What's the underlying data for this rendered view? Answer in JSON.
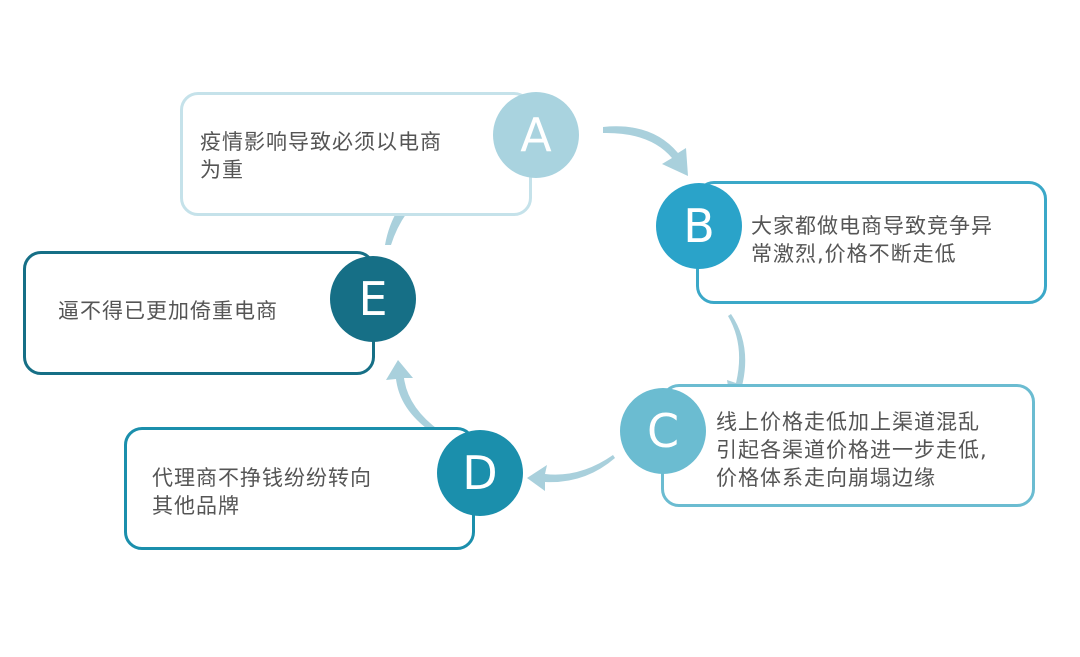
{
  "diagram": {
    "type": "cycle",
    "colors": {
      "A": "#a9d3df",
      "B": "#2aa3c9",
      "C": "#6bbcd1",
      "D": "#1b8fac",
      "E": "#166f86",
      "arrow": "#a9d0dc",
      "text": "#555555"
    },
    "steps": [
      {
        "letter": "A",
        "text": "疫情影响导致必须以电商\n为重"
      },
      {
        "letter": "B",
        "text": "大家都做电商导致竞争异\n常激烈,价格不断走低"
      },
      {
        "letter": "C",
        "text": "线上价格走低加上渠道混乱\n引起各渠道价格进一步走低,\n价格体系走向崩塌边缘"
      },
      {
        "letter": "D",
        "text": "代理商不挣钱纷纷转向\n其他品牌"
      },
      {
        "letter": "E",
        "text": "逼不得已更加倚重电商"
      }
    ],
    "flow": [
      "A",
      "B",
      "C",
      "D",
      "E",
      "A"
    ]
  }
}
